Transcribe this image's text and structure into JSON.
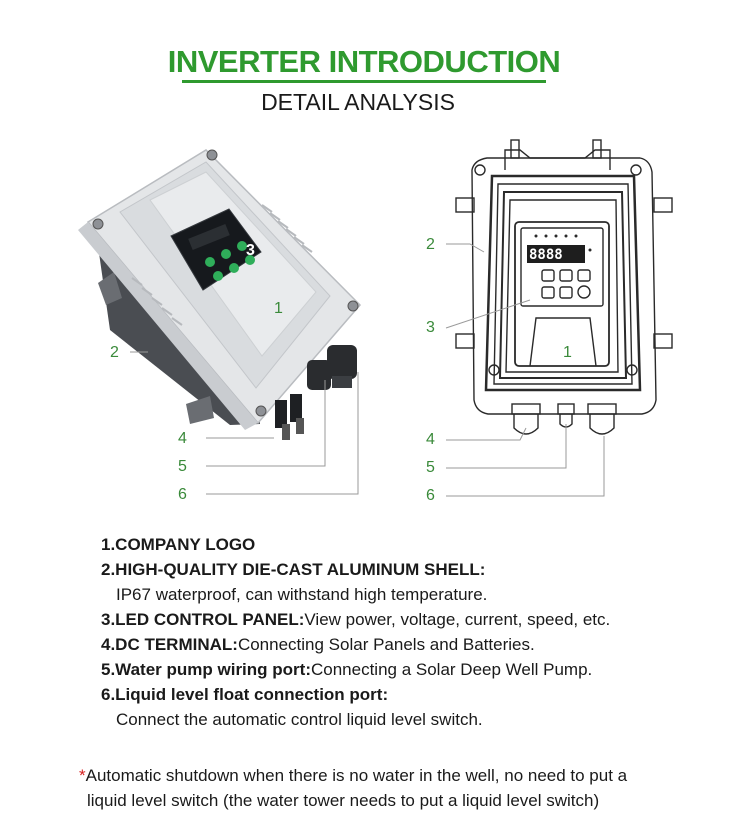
{
  "header": {
    "title": "INVERTER INTRODUCTION",
    "subtitle": "DETAIL ANALYSIS"
  },
  "left_figure": {
    "callouts": [
      "1",
      "2",
      "3",
      "4",
      "5",
      "6"
    ]
  },
  "right_figure": {
    "callouts": [
      "1",
      "2",
      "3",
      "4",
      "5",
      "6"
    ]
  },
  "features": [
    {
      "title": "1.COMPANY LOGO",
      "text": ""
    },
    {
      "title": "2.HIGH-QUALITY DIE-CAST ALUMINUM SHELL:",
      "text": "IP67 waterproof, can withstand high temperature."
    },
    {
      "title": "3.LED CONTROL PANEL:",
      "text": "View power, voltage, current, speed, etc."
    },
    {
      "title": "4.DC TERMINAL:",
      "text": "Connecting Solar Panels and Batteries."
    },
    {
      "title": "5.Water pump wiring port:",
      "text": "Connecting a Solar Deep Well Pump."
    },
    {
      "title": "6.Liquid level float connection port:",
      "text": "Connect the automatic control liquid level switch."
    }
  ],
  "note": {
    "star": "*",
    "line1": "Automatic shutdown when there is no water in the well, no need to put a",
    "line2": "liquid level switch (the water tower needs to put a liquid level switch)"
  },
  "colors": {
    "accent": "#2f9a2f",
    "callout": "#3a8a3a",
    "note_star": "#d62020"
  }
}
